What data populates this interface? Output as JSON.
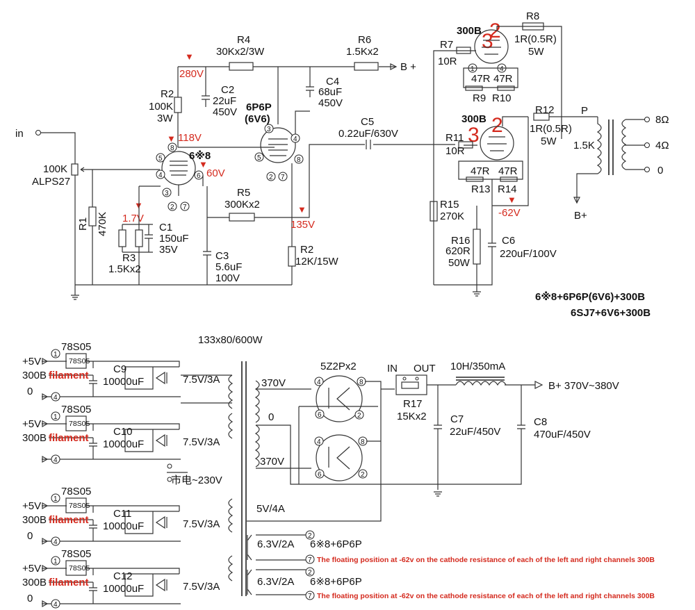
{
  "input": {
    "label": "in",
    "pot": [
      "100K",
      "ALPS27"
    ],
    "r1": {
      "name": "R1",
      "value": "470K"
    }
  },
  "stage1": {
    "tube": "6※8",
    "r2": {
      "name": "R2",
      "lines": [
        "100K",
        "3W"
      ]
    },
    "c1": {
      "name": "C1",
      "lines": [
        "150uF",
        "35V"
      ]
    },
    "r3": {
      "name": "R3",
      "value": "1.5Kx2"
    },
    "c3": {
      "name": "C3",
      "lines": [
        "5.6uF",
        "100V"
      ]
    },
    "r4": {
      "name": "R4",
      "value": "30Kx2/3W"
    },
    "c2": {
      "name": "C2",
      "lines": [
        "22uF",
        "450V"
      ]
    }
  },
  "stage2": {
    "tube": [
      "6P6P",
      "(6V6)"
    ],
    "r6": {
      "name": "R6",
      "value": "1.5Kx2"
    },
    "bplus": "B +",
    "c4": {
      "name": "C4",
      "lines": [
        "68uF",
        "450V"
      ]
    },
    "r5": {
      "name": "R5",
      "value": "300Kx2"
    },
    "r2b": {
      "name": "R2",
      "value": "12K/15W"
    },
    "c5": {
      "name": "C5",
      "value": "0.22uF/630V"
    }
  },
  "voltages": {
    "v280": "280V",
    "v118": "118V",
    "v60": "60V",
    "v1_7": "1.7V",
    "v135": "135V",
    "vneg62": "-62V"
  },
  "output": {
    "tube": "300B",
    "glyph3": "3",
    "glyph2": "2",
    "r7": {
      "name": "R7",
      "value": "10R"
    },
    "r8": {
      "name": "R8",
      "lines": [
        "1R(0.5R)",
        "5W"
      ]
    },
    "r9": {
      "name": "R9",
      "value": "47R"
    },
    "r10": {
      "name": "R10",
      "value": "47R"
    },
    "r11": {
      "name": "R11",
      "value": "10R"
    },
    "r12": {
      "name": "R12",
      "lines": [
        "1R(0.5R)",
        "5W"
      ]
    },
    "r13": {
      "name": "R13",
      "value": "47R"
    },
    "r14": {
      "name": "R14",
      "value": "47R"
    },
    "r15": {
      "name": "R15",
      "value": "270K"
    },
    "r16": {
      "name": "R16",
      "lines": [
        "620R",
        "50W"
      ]
    },
    "c6": {
      "name": "C6",
      "value": "220uF/100V"
    },
    "transformer": {
      "p": "P",
      "imp": "1.5K",
      "bplus": "B+",
      "taps": [
        "8Ω",
        "4Ω",
        "0"
      ]
    }
  },
  "titles": {
    "line1": "6※8+6P6P(6V6)+300B",
    "line2": "6SJ7+6V6+300B"
  },
  "power": {
    "transformer": "133x80/600W",
    "filament_blocks": [
      {
        "reg": "78S05",
        "chip": "78S05",
        "cap": "C9",
        "capval": "10000uF",
        "sec": "7.5V/3A",
        "v5": "+5V",
        "b": "300B",
        "fil": "filament",
        "zero": "0"
      },
      {
        "reg": "78S05",
        "chip": "78S05",
        "cap": "C10",
        "capval": "10000uF",
        "sec": "7.5V/3A",
        "v5": "+5V",
        "b": "300B",
        "fil": "filament",
        "zero": ""
      },
      {
        "reg": "78S05",
        "chip": "78S05",
        "cap": "C11",
        "capval": "10000uF",
        "sec": "7.5V/3A",
        "v5": "+5V",
        "b": "300B",
        "fil": "filament",
        "zero": "0"
      },
      {
        "reg": "78S05",
        "chip": "78S05",
        "cap": "C12",
        "capval": "10000uF",
        "sec": "7.5V/3A",
        "v5": "+5V",
        "b": "300B",
        "fil": "filament",
        "zero": "0"
      }
    ],
    "mains": "市电~230V",
    "hv": {
      "top": "370V",
      "mid": "0",
      "bot": "370V"
    },
    "rect": "5Z2Px2",
    "switch": {
      "in": "IN",
      "out": "OUT",
      "name": "R17",
      "value": "15Kx2"
    },
    "choke": "10H/350mA",
    "bplus": "B+  370V~380V",
    "c7": {
      "name": "C7",
      "value": "22uF/450V"
    },
    "c8": {
      "name": "C8",
      "value": "470uF/450V"
    },
    "w5v": "5V/4A",
    "heater": [
      {
        "label": "6.3V/2A",
        "tubes": "6※8+6P6P",
        "note": "The floating position at -62v on the cathode resistance of each of the left and right channels 300B"
      },
      {
        "label": "6.3V/2A",
        "tubes": "6※8+6P6P",
        "note": "The floating position at -62v on the cathode resistance of each of the left and right channels 300B"
      }
    ]
  }
}
